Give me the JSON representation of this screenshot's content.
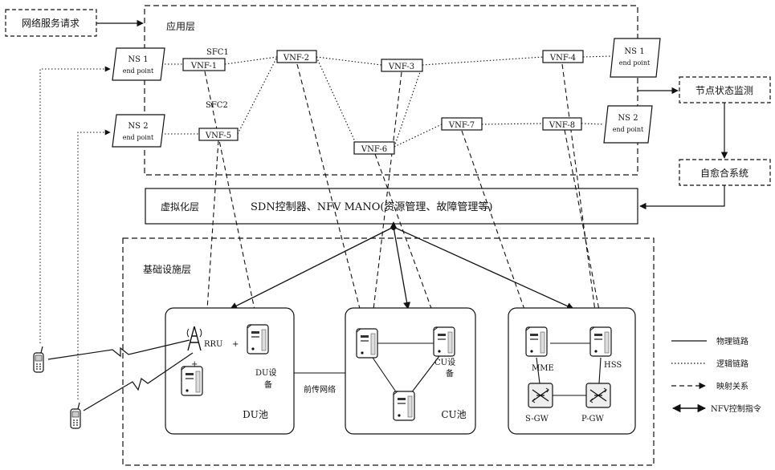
{
  "request_box": "网络服务请求",
  "layers": {
    "app": "应用层",
    "virt": "虚拟化层",
    "virt_content": "SDN控制器、NFV MANO(资源管理、故障管理等)",
    "infra": "基础设施层"
  },
  "sfc": {
    "sfc1": "SFC1",
    "sfc2": "SFC2"
  },
  "endpoints": {
    "ns1_left": [
      "NS 1",
      "end point"
    ],
    "ns2_left": [
      "NS 2",
      "end point"
    ],
    "ns1_right": [
      "NS 1",
      "end point"
    ],
    "ns2_right": [
      "NS 2",
      "end point"
    ]
  },
  "vnfs": {
    "vnf1": "VNF-1",
    "vnf2": "VNF-2",
    "vnf3": "VNF-3",
    "vnf4": "VNF-4",
    "vnf5": "VNF-5",
    "vnf6": "VNF-6",
    "vnf7": "VNF-7",
    "vnf8": "VNF-8"
  },
  "right_boxes": {
    "monitor": "节点状态监测",
    "self_heal": "自愈合系统"
  },
  "pools": {
    "du_pool": "DU池",
    "cu_pool": "CU池",
    "rru": "RRU",
    "du_device": [
      "DU设",
      "备"
    ],
    "cu_device": [
      "CU设",
      "备"
    ],
    "fronthaul": "前传网络",
    "mme": "MME",
    "hss": "HSS",
    "sgw": "S-GW",
    "pgw": "P-GW",
    "plus": "+"
  },
  "legend": {
    "physical": "物理链路",
    "logical": "逻辑链路",
    "mapping": "映射关系",
    "nfv": "NFV控制指令"
  }
}
